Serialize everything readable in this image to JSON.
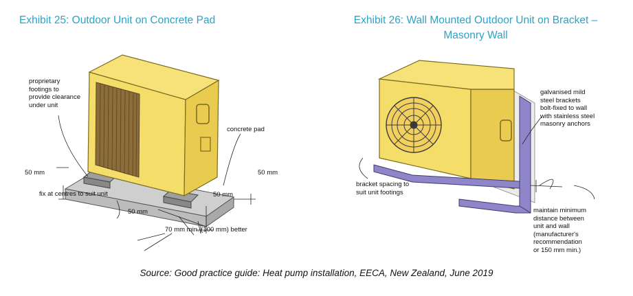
{
  "exhibit25": {
    "title": "Exhibit 25: Outdoor Unit on Concrete Pad",
    "labels": {
      "footings": "proprietary\nfootings to\nprovide clearance\nunder unit",
      "concrete_pad": "concrete pad",
      "left_50": "50 mm",
      "right_50": "50 mm",
      "fix_centres": "fix at centres to suit unit",
      "front_50": "50 mm",
      "side_50": "50 mm",
      "thickness": "70 mm min. (100 mm) better"
    }
  },
  "exhibit26": {
    "title": "Exhibit 26: Wall Mounted Outdoor Unit on Bracket –\nMasonry Wall",
    "labels": {
      "brackets": "galvanised mild\nsteel brackets\nbolt-fixed to wall\nwith stainless steel\nmasonry anchors",
      "bracket_spacing": "bracket spacing to\nsuit unit footings",
      "min_distance": "maintain minimum\ndistance between\nunit and wall\n(manufacturer's\nrecommendation\nor 150 mm min.)"
    }
  },
  "source": "Source: Good practice guide: Heat pump installation, EECA, New Zealand, June 2019",
  "colors": {
    "title": "#2aa3c9",
    "unit_fill": "#f5dd6a",
    "pad_fill": "#cfcfcf",
    "bracket_fill": "#8f86c9"
  }
}
